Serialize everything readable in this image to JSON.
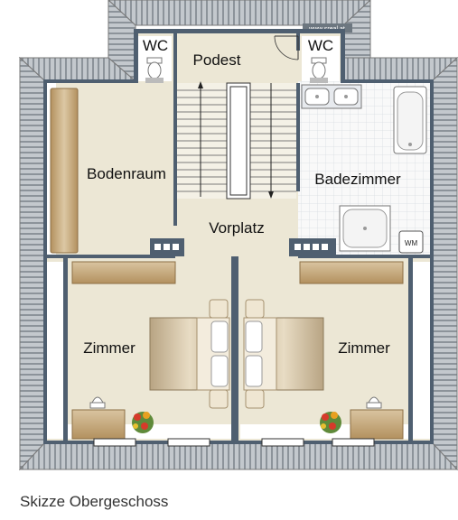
{
  "plan": {
    "watermark": "www.sreal.at",
    "rooms": {
      "wc_left": "WC",
      "wc_right": "WC",
      "podest": "Podest",
      "bodenraum": "Bodenraum",
      "badezimmer": "Badezimmer",
      "vorplatz": "Vorplatz",
      "zimmer_left": "Zimmer",
      "zimmer_right": "Zimmer",
      "wm": "WM"
    },
    "colors": {
      "floor": "#eae5d3",
      "tile": "#f7f7f7",
      "wall": "#4a5a6b",
      "roof": "#9aa1a8",
      "furniture": "#c9b48e",
      "cabinet": "#c4a47a"
    }
  },
  "caption": "Skizze Obergeschoss"
}
